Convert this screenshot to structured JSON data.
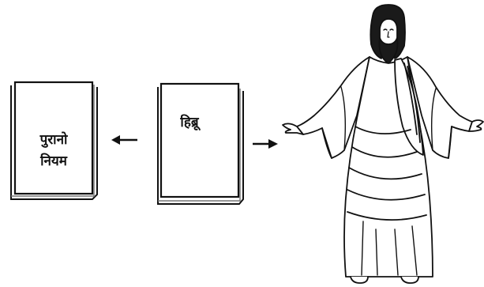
{
  "diagram": {
    "left_book": {
      "title_line1": "पुरानो",
      "title_line2": "नियम"
    },
    "middle_book": {
      "title": "हिब्रू"
    },
    "arrows": [
      {
        "from": "middle-book",
        "to": "left-book",
        "direction": "left"
      },
      {
        "from": "middle-book",
        "to": "figure",
        "direction": "right"
      }
    ],
    "figure": {
      "icon": "robed-figure-with-open-arms"
    },
    "colors": {
      "ink": "#111111",
      "paper": "#ffffff",
      "shadow": "#9a9a9a"
    }
  }
}
